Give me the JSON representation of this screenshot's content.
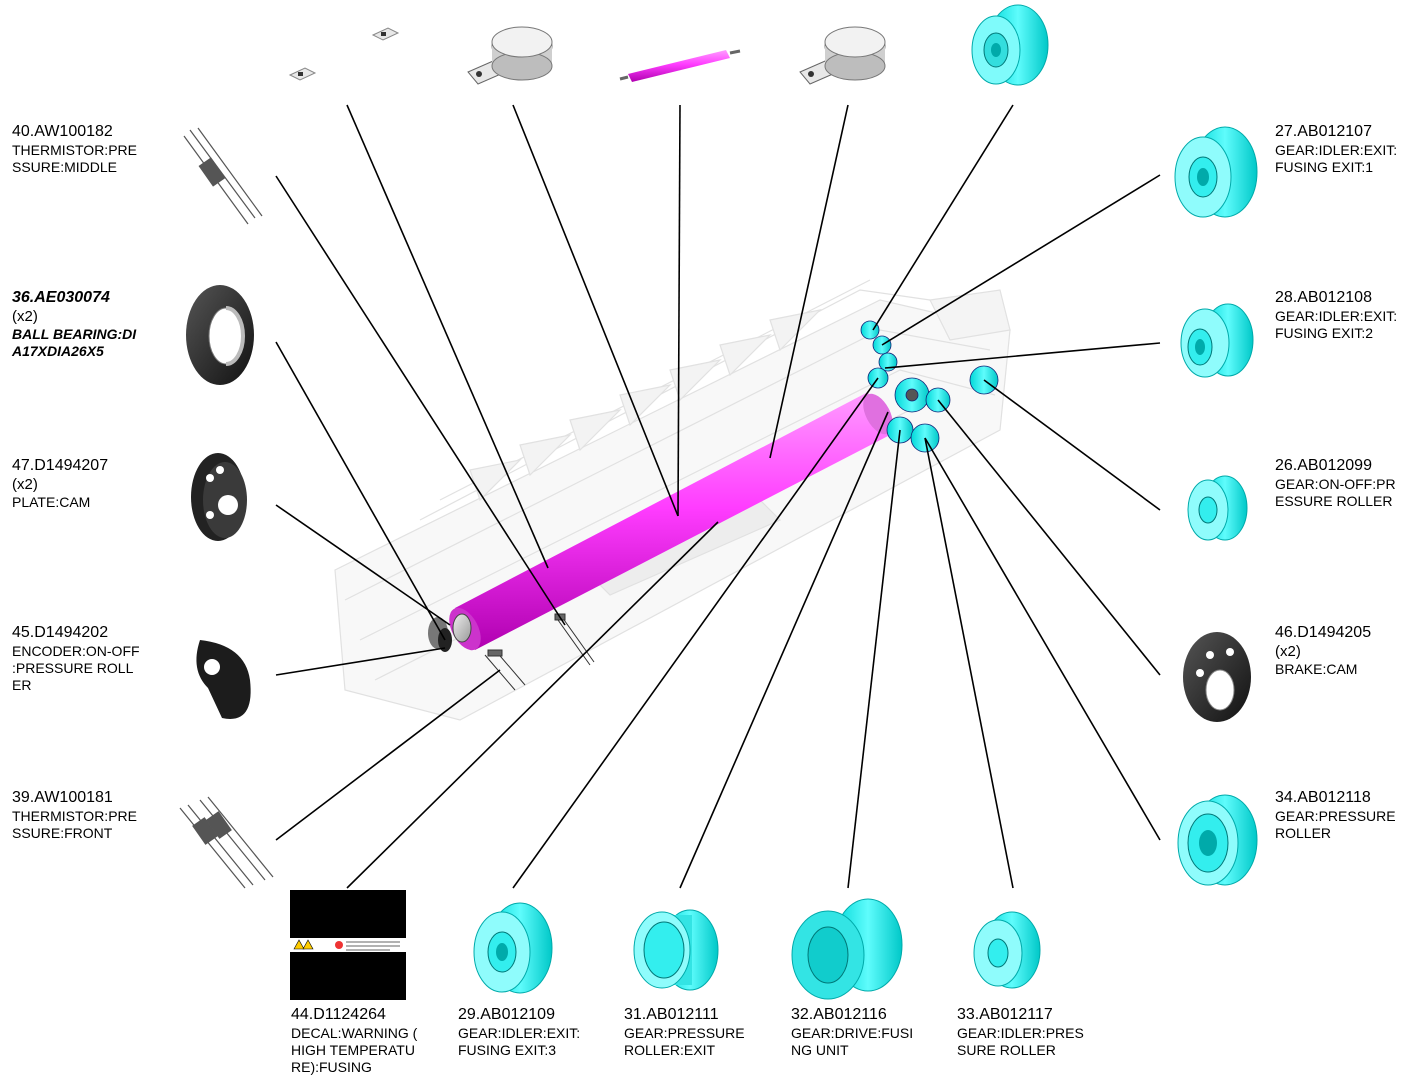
{
  "colors": {
    "roller": "#ff40ff",
    "gear": "#33ffff",
    "leader": "#000000",
    "ghost": "#d8d8d8"
  },
  "parts": {
    "p40": {
      "number": "40.AW100182",
      "qty": "",
      "desc": "THERMISTOR:PRE\nSSURE:MIDDLE"
    },
    "p36": {
      "number": "36.AE030074",
      "qty": "(x2)",
      "desc": "BALL BEARING:DI\nA17XDIA26X5"
    },
    "p47": {
      "number": "47.D1494207",
      "qty": "(x2)",
      "desc": "PLATE:CAM"
    },
    "p45": {
      "number": "45.D1494202",
      "qty": "",
      "desc": "ENCODER:ON-OFF\n:PRESSURE ROLL\nER"
    },
    "p39": {
      "number": "39.AW100181",
      "qty": "",
      "desc": "THERMISTOR:PRE\nSSURE:FRONT"
    },
    "p27": {
      "number": "27.AB012107",
      "qty": "",
      "desc": "GEAR:IDLER:EXIT:\nFUSING EXIT:1"
    },
    "p28": {
      "number": "28.AB012108",
      "qty": "",
      "desc": "GEAR:IDLER:EXIT:\nFUSING EXIT:2"
    },
    "p26": {
      "number": "26.AB012099",
      "qty": "",
      "desc": "GEAR:ON-OFF:PR\nESSURE ROLLER"
    },
    "p46": {
      "number": "46.D1494205",
      "qty": "(x2)",
      "desc": "BRAKE:CAM"
    },
    "p34": {
      "number": "34.AB012118",
      "qty": "",
      "desc": "GEAR:PRESSURE\nROLLER"
    },
    "p44": {
      "number": "44.D1124264",
      "qty": "",
      "desc": "DECAL:WARNING (\nHIGH TEMPERATU\nRE):FUSING"
    },
    "p29": {
      "number": "29.AB012109",
      "qty": "",
      "desc": "GEAR:IDLER:EXIT:\nFUSING EXIT:3"
    },
    "p31": {
      "number": "31.AB012111",
      "qty": "",
      "desc": "GEAR:PRESSURE\nROLLER:EXIT"
    },
    "p32": {
      "number": "32.AB012116",
      "qty": "",
      "desc": "GEAR:DRIVE:FUSI\nNG UNIT"
    },
    "p33": {
      "number": "33.AB012117",
      "qty": "",
      "desc": "GEAR:IDLER:PRES\nSURE ROLLER"
    }
  }
}
